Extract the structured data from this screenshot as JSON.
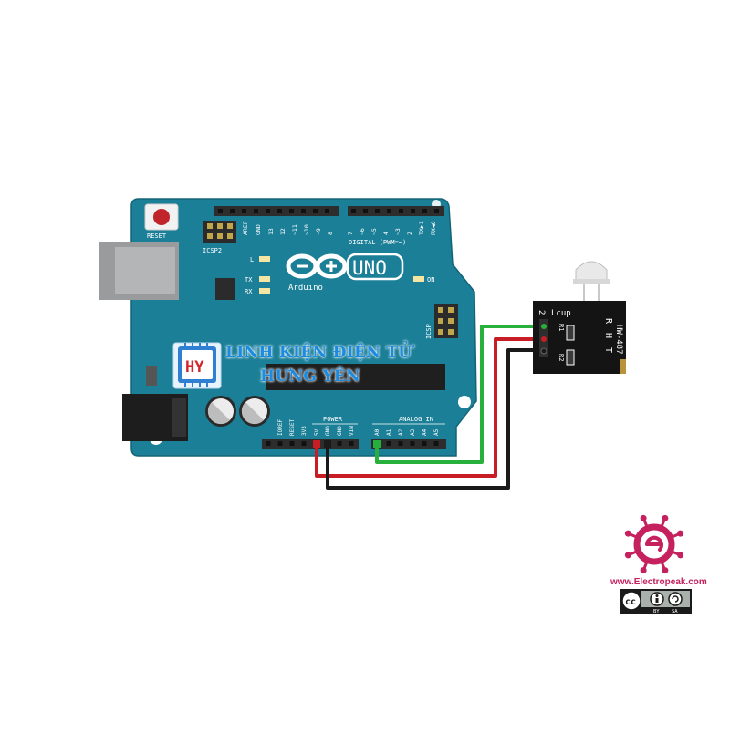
{
  "board": {
    "reset_label": "RESET",
    "icsp2_label": "ICSP2",
    "icsp_label": "ICSP",
    "aref_label": "AREF",
    "gnd_label": "GND",
    "digital_pins": [
      "13",
      "12",
      "~11",
      "~10",
      "~9",
      "8",
      "7",
      "~6",
      "~5",
      "4",
      "~3",
      "2",
      "TX▶1",
      "RX◀0"
    ],
    "digital_label": "DIGITAL (PWM=~)",
    "l_label": "L",
    "tx_label": "TX",
    "rx_label": "RX",
    "on_label": "ON",
    "uno_label": "UNO",
    "arduino_label": "Arduino",
    "power_label": "POWER",
    "power_pins": [
      "IOREF",
      "RESET",
      "3V3",
      "5V",
      "GND",
      "GND",
      "VIN"
    ],
    "analog_label": "ANALOG IN",
    "analog_pins": [
      "A0",
      "A1",
      "A2",
      "A3",
      "A4",
      "A5"
    ]
  },
  "sensor": {
    "top_label": "Lcup",
    "side_label": "HW-487",
    "letters": [
      "R",
      "H",
      "T"
    ],
    "r1_label": "R1",
    "r2_label": "R2",
    "led_number": "2"
  },
  "watermark": {
    "badge_text": "HY",
    "line1": "LINH KIỆN ĐIỆN TỬ",
    "line2": "HƯNG YÊN"
  },
  "branding": {
    "site": "www.Electropeak.com",
    "cc_label": "cc",
    "by_label": "BY",
    "sa_label": "SA"
  },
  "colors": {
    "board": "#1b7f97",
    "wire_signal": "#27b03c",
    "wire_power": "#c81d25",
    "wire_ground": "#1a1a1a",
    "brand": "#c4215e"
  }
}
